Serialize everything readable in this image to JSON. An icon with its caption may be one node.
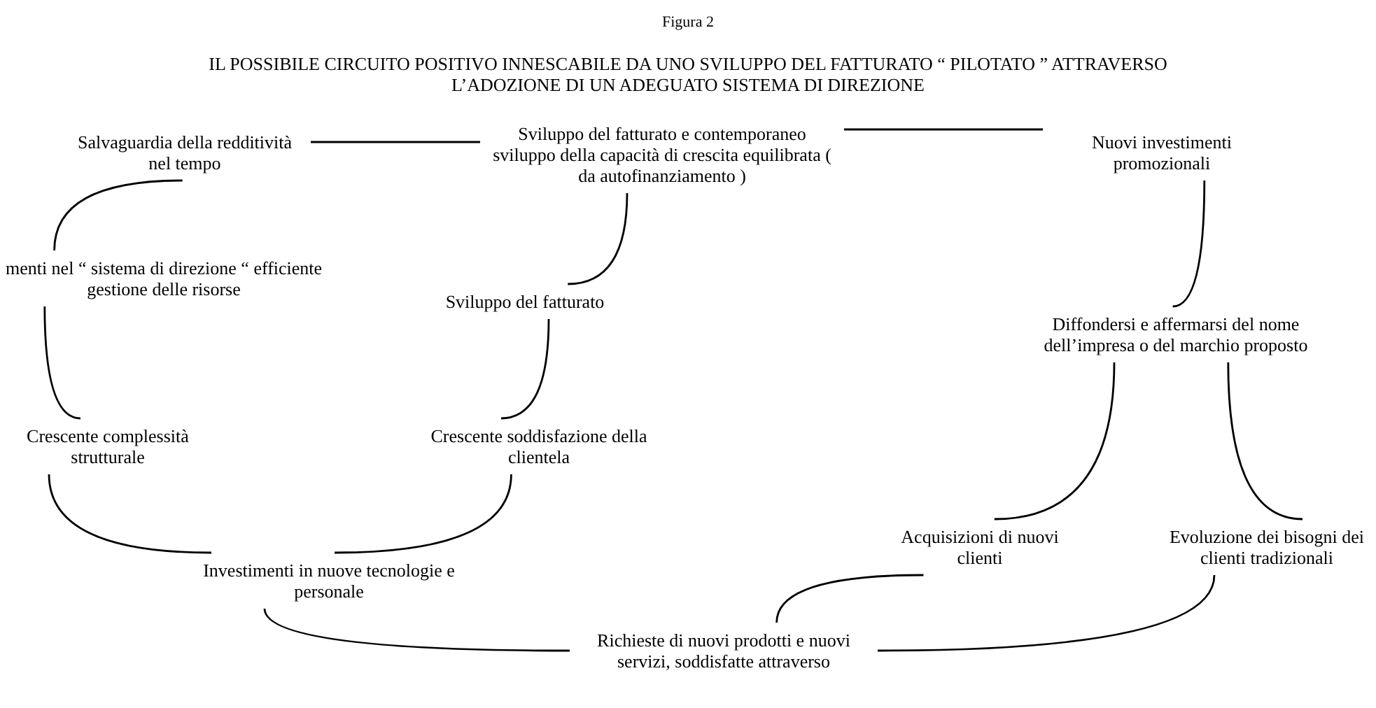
{
  "diagram": {
    "title": "IL POSSIBILE CIRCUITO POSITIVO INNESCABILE DA UNO SVILUPPO DEL FATTURATO “ PILOTATO ” ATTRAVERSO L’ADOZIONE DI UN ADEGUATO SISTEMA DI DIREZIONE",
    "nodes": [
      {
        "text": [
          "Salvaguardia della redditività nel tempo"
        ]
      },
      {
        "text": [
          "Sviluppo del fatturato e contemporaneo sviluppo della capacità di crescita equilibrata ( da autofinanziamento )"
        ]
      },
      {
        "text": [
          "Nuovi investimenti promozionali"
        ]
      },
      {
        "text": [
          "menti nel “ sistema di direzione “ efficiente gestione delle risorse"
        ]
      },
      {
        "text": [
          "Sviluppo del fatturato"
        ]
      },
      {
        "text": [
          "Diffondersi e affermarsi del nome dell’impresa o del marchio proposto"
        ]
      },
      {
        "text": [
          "Crescente complessità strutturale"
        ]
      },
      {
        "text": [
          "Crescente soddisfazione della clientela"
        ]
      },
      {
        "text": [
          "Acquisizioni di nuovi clienti"
        ]
      },
      {
        "text": [
          "Evoluzione dei bisogni dei clienti tradizionali"
        ]
      },
      {
        "text": [
          "Investimenti in nuove tecnologie e personale"
        ]
      },
      {
        "text": [
          "Richieste di nuovi prodotti e nuovi servizi, soddisfatte attraverso"
        ]
      }
    ],
    "edges": [
      {
        "from": 0,
        "to": 1,
        "arrow": "none"
      },
      {
        "from": 1,
        "to": 2,
        "arrow": "none"
      },
      {
        "from": 1,
        "to": 4,
        "arrow": "none"
      },
      {
        "from": 0,
        "to": 3,
        "arrow": "none"
      },
      {
        "from": 3,
        "to": 6,
        "arrow": "none"
      },
      {
        "from": 4,
        "to": 7,
        "arrow": "none"
      },
      {
        "from": 6,
        "to": 10,
        "arrow": "none"
      },
      {
        "from": 7,
        "to": 10,
        "arrow": "none"
      },
      {
        "from": 2,
        "to": 5,
        "arrow": "none"
      },
      {
        "from": 5,
        "to": 8,
        "arrow": "none"
      },
      {
        "from": 5,
        "to": 9,
        "arrow": "none"
      },
      {
        "from": 10,
        "to": 11,
        "arrow": "none"
      },
      {
        "from": 8,
        "to": 11,
        "arrow": "none"
      },
      {
        "from": 9,
        "to": 11,
        "arrow": "none"
      }
    ],
    "labels": [
      "Figura 2"
    ]
  }
}
